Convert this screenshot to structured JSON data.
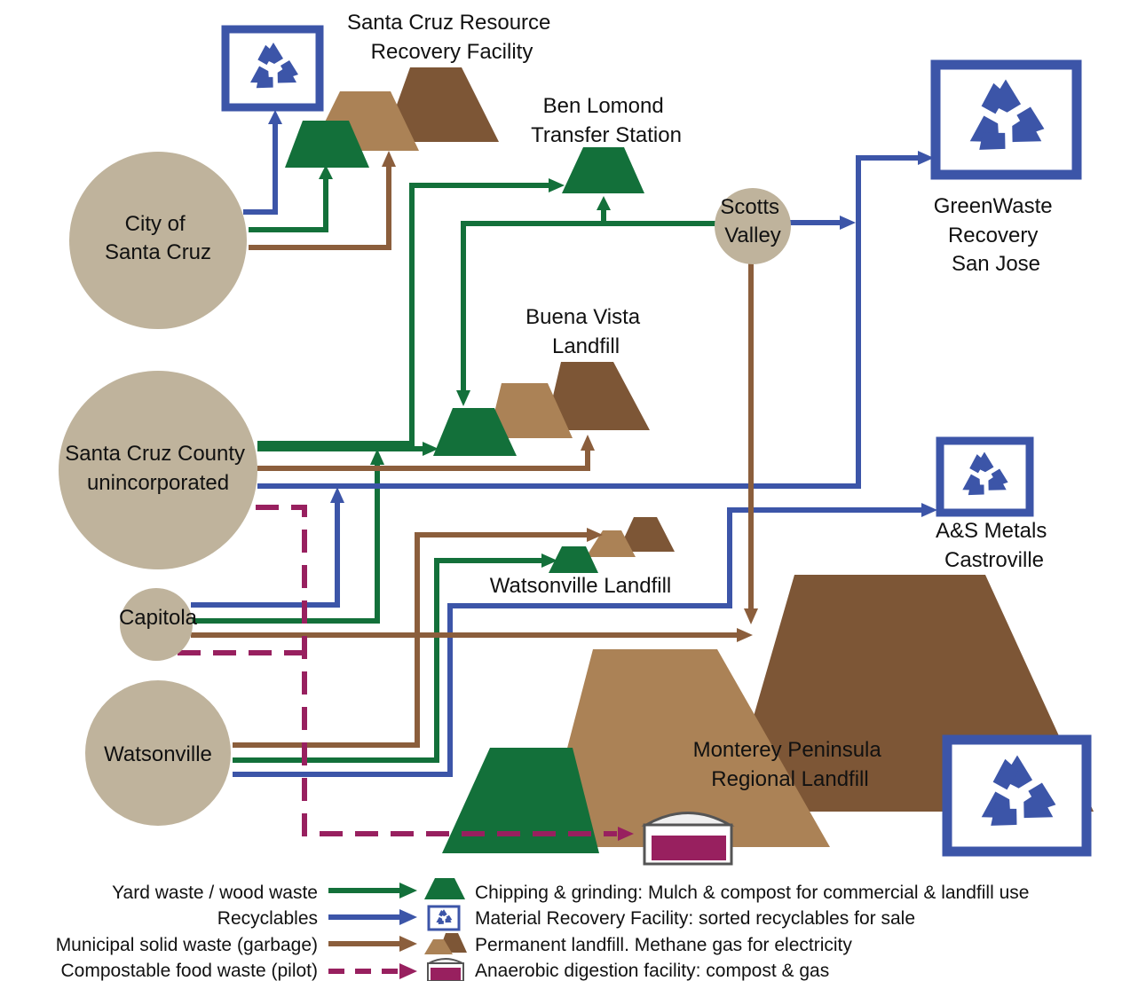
{
  "colors": {
    "yard": "#13703a",
    "recyclables": "#3c55a8",
    "garbage": "#8b5e3c",
    "food": "#98205f",
    "community": "#bfb39c",
    "landfill_light": "#ab8256",
    "landfill_dark": "#7d5636",
    "digester": "#98205f"
  },
  "icons": {
    "recycle": "recycle-icon",
    "landfill": "landfill-icon",
    "compost": "compost-pile-icon",
    "digester": "digester-icon"
  },
  "communities": {
    "santa_cruz": [
      "City of",
      "Santa Cruz"
    ],
    "county": [
      "Santa Cruz County",
      "unincorporated"
    ],
    "capitola": "Capitola",
    "watsonville": "Watsonville",
    "scotts_valley": [
      "Scotts",
      "Valley"
    ]
  },
  "facilities": {
    "resource_recovery": [
      "Santa Cruz Resource",
      "Recovery Facility"
    ],
    "ben_lomond": [
      "Ben Lomond",
      "Transfer Station"
    ],
    "buena_vista": [
      "Buena Vista",
      "Landfill"
    ],
    "greenwaste": [
      "GreenWaste",
      "Recovery",
      "San Jose"
    ],
    "as_metals": [
      "A&S Metals",
      "Castroville"
    ],
    "watsonville_landfill": "Watsonville Landfill",
    "monterey": [
      "Monterey Peninsula",
      "Regional Landfill"
    ]
  },
  "legend": {
    "flows": [
      "Yard waste / wood waste",
      "Recyclables",
      "Municipal solid waste (garbage)",
      "Compostable food waste (pilot)"
    ],
    "facility_types": [
      "Chipping & grinding: Mulch & compost for commercial & landfill use",
      "Material Recovery Facility: sorted recyclables for sale",
      "Permanent landfill.  Methane gas for electricity",
      "Anaerobic digestion facility: compost & gas"
    ]
  }
}
